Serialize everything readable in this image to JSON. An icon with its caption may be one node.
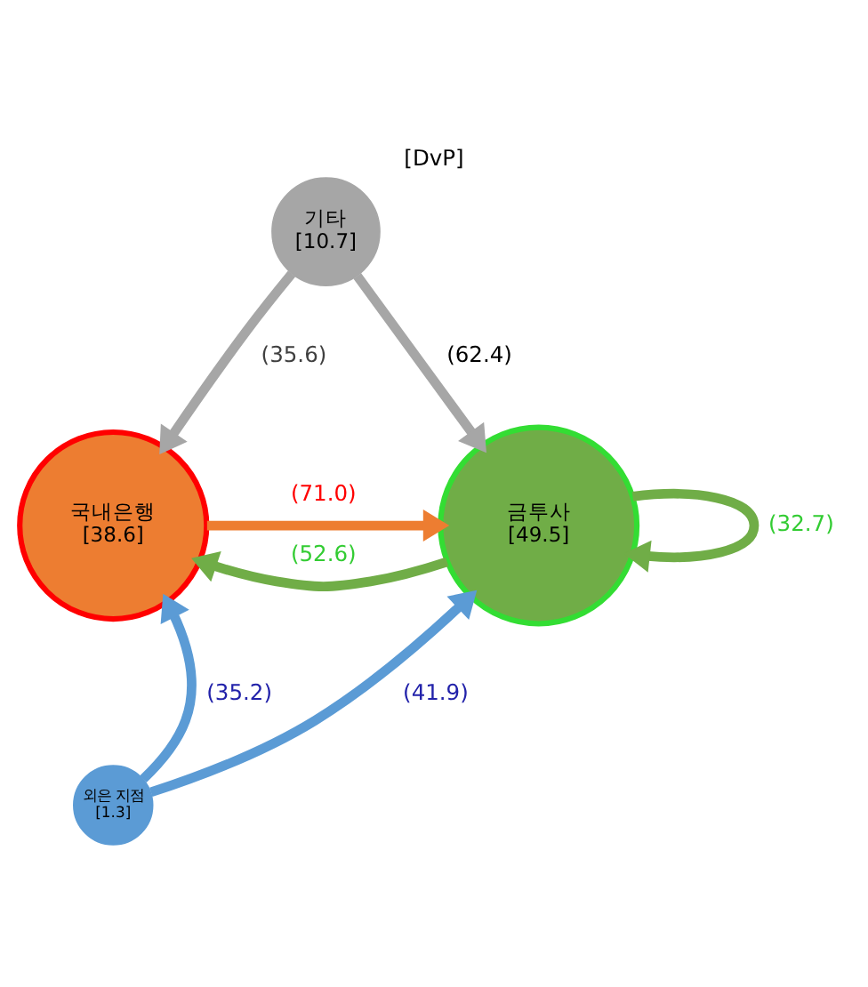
{
  "diagram": {
    "title": "[DvP]",
    "nodes": [
      {
        "text": [
          "기타",
          "[10.7]"
        ]
      },
      {
        "text": [
          "국내은행",
          "[38.6]"
        ]
      },
      {
        "text": [
          "금투사",
          "[49.5]"
        ]
      },
      {
        "text": [
          "외은 지점",
          "[1.3]"
        ]
      }
    ],
    "edges": [
      {
        "from": 0,
        "to": 1,
        "arrow": "to",
        "label": "(35.6)",
        "color": "#a6a6a6"
      },
      {
        "from": 0,
        "to": 2,
        "arrow": "to",
        "label": "(62.4)",
        "color": "#a6a6a6"
      },
      {
        "from": 2,
        "to": 2,
        "arrow": "to",
        "label": "(32.7)",
        "color": "#70ad47"
      },
      {
        "from": 1,
        "to": 2,
        "arrow": "to",
        "label": "(71.0)",
        "color": "#ed7d31"
      },
      {
        "from": 2,
        "to": 1,
        "arrow": "to",
        "label": "(52.6)",
        "color": "#70ad47"
      },
      {
        "from": 3,
        "to": 1,
        "arrow": "to",
        "label": "(35.2)",
        "color": "#5b9bd5"
      },
      {
        "from": 3,
        "to": 2,
        "arrow": "to",
        "label": "(41.9)",
        "color": "#5b9bd5"
      }
    ]
  }
}
